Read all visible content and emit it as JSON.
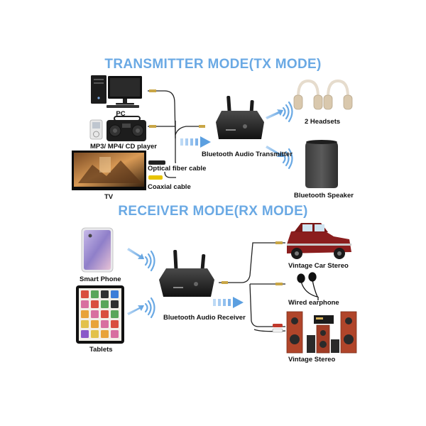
{
  "colors": {
    "heading": "#6aa9e4",
    "signal": "#6aa9e4",
    "cable": "#222222",
    "jack_gold": "#c9a646",
    "car_red": "#8b1e1e",
    "speaker_wood": "#b0452a"
  },
  "tx": {
    "title": "TRANSMITTER MODE(TX MODE)",
    "sources": {
      "pc": "PC",
      "mp3": "MP3/ MP4/ CD player",
      "tv": "TV"
    },
    "cables": {
      "optical": "Optical fiber cable",
      "coaxial": "Coaxial cable"
    },
    "device": "Bluetooth Audio Transmitter",
    "outputs": {
      "headsets": "2 Headsets",
      "speaker": "Bluetooth Speaker"
    }
  },
  "rx": {
    "title": "RECEIVER MODE(RX MODE)",
    "sources": {
      "phone": "Smart Phone",
      "tablet": "Tablets"
    },
    "device": "Bluetooth Audio Receiver",
    "outputs": {
      "car": "Vintage Car Stereo",
      "earphone": "Wired earphone",
      "stereo": "Vintage Stereo"
    }
  },
  "icons": [
    "pc-monitor-icon",
    "pc-tower-icon",
    "boombox-icon",
    "mp3-player-icon",
    "tv-icon",
    "transmitter-device-icon",
    "headphones-icon",
    "bluetooth-speaker-icon",
    "smartphone-icon",
    "tablet-icon",
    "receiver-device-icon",
    "car-icon",
    "earphone-icon",
    "stereo-speakers-icon",
    "signal-waves-icon",
    "arrow-icon"
  ]
}
